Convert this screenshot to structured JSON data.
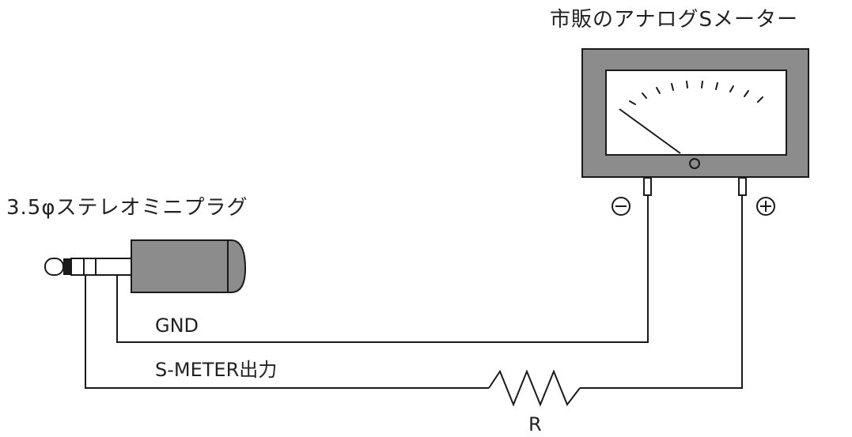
{
  "labels": {
    "meter_title": "市販のアナログSメーター",
    "plug_title": "3.5φステレオミニプラグ",
    "gnd": "GND",
    "s_meter_output": "S-METER出力",
    "resistor": "R",
    "minus_symbol": "⊖",
    "plus_symbol": "⊕"
  },
  "colors": {
    "line": "#1a1a1a",
    "meter_body": "#8c8c8c",
    "meter_face": "#ffffff",
    "plug_body": "#8c8c8c"
  }
}
